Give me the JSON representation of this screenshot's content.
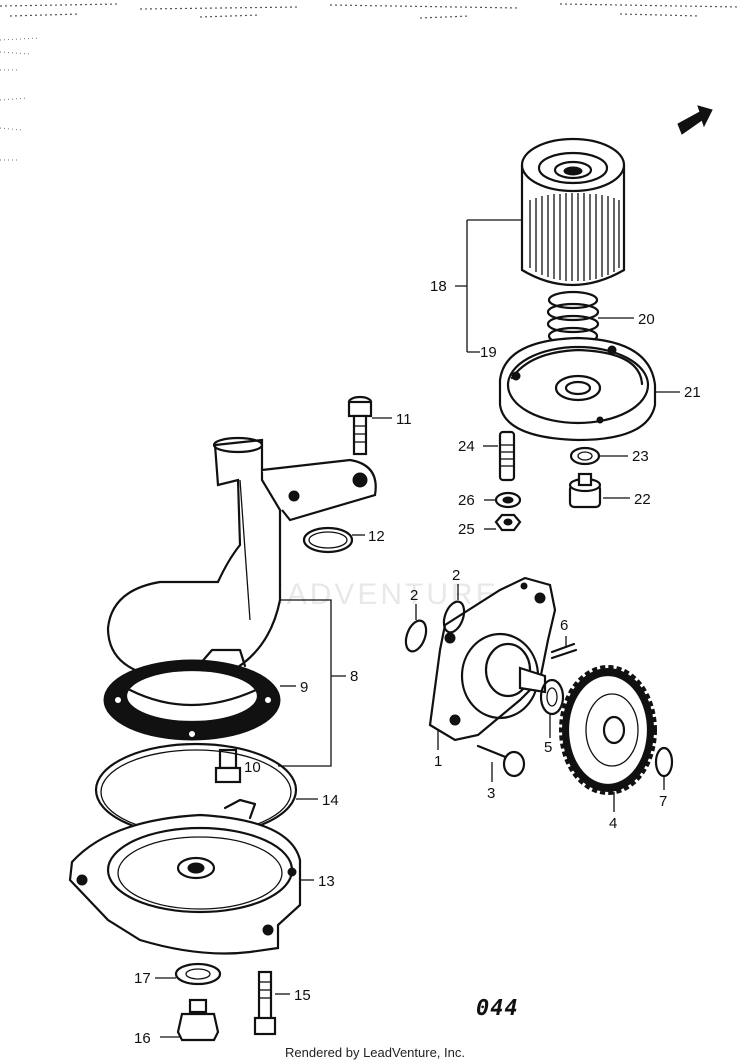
{
  "diagram": {
    "code": "044",
    "credit": "Rendered by LeadVenture, Inc.",
    "watermark": "LEADVENTURE"
  },
  "callouts": {
    "c1": "1",
    "c2a": "2",
    "c2b": "2",
    "c3": "3",
    "c4": "4",
    "c5": "5",
    "c6": "6",
    "c7": "7",
    "c8": "8",
    "c9": "9",
    "c10": "10",
    "c11": "11",
    "c12": "12",
    "c13": "13",
    "c14": "14",
    "c15": "15",
    "c16": "16",
    "c17": "17",
    "c18": "18",
    "c19": "19",
    "c20": "20",
    "c21": "21",
    "c22": "22",
    "c23": "23",
    "c24": "24",
    "c25": "25",
    "c26": "26"
  },
  "colors": {
    "ink": "#111111",
    "paper": "#ffffff"
  }
}
